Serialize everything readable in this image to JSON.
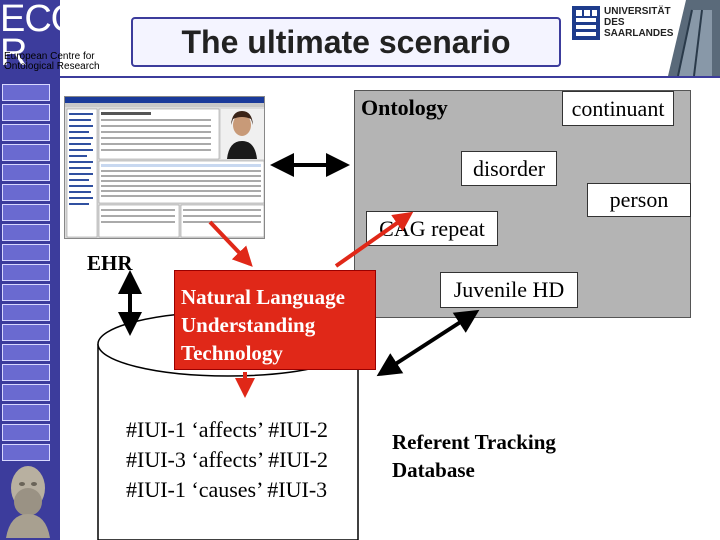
{
  "header": {
    "logo_text": "ECO\nR",
    "logo_subtitle": "European Centre for\nOntological Research",
    "title": "The ultimate scenario",
    "university_logo": "UNIVERSITÄT\nDES\nSAARLANDES"
  },
  "diagram": {
    "ontology_label": "Ontology",
    "terms": {
      "continuant": "continuant",
      "disorder": "disorder",
      "person": "person",
      "cag_repeat": "CAG repeat",
      "juvenile_hd": "Juvenile HD"
    },
    "ehr_label": "EHR",
    "nlu_label": "Natural Language\nUnderstanding\nTechnology",
    "database_lines": [
      "#IUI-1 ‘affects’ #IUI-2",
      "#IUI-3 ‘affects’ #IUI-2",
      "#IUI-1 ‘causes’ #IUI-3"
    ],
    "database_label": "Referent Tracking\nDatabase"
  },
  "colors": {
    "sidebar": "#3c3c9c",
    "ontology_box": "#b4b4b4",
    "nlu_box": "#e02818",
    "arrow_red": "#e02818",
    "arrow_black": "#000000"
  }
}
